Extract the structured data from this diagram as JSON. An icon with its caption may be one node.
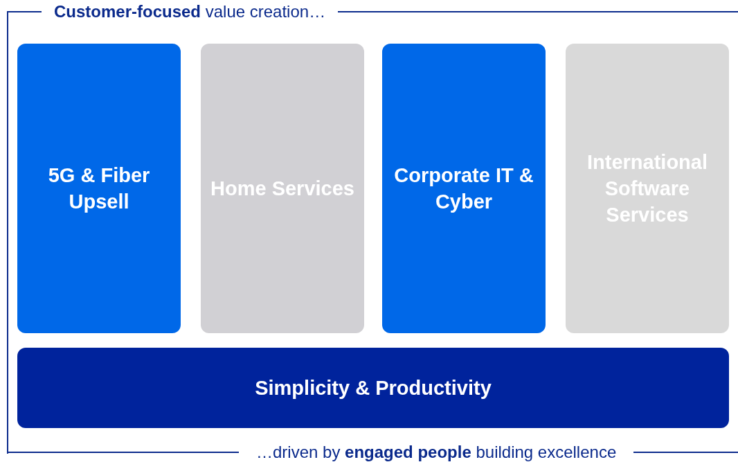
{
  "diagram": {
    "title": "**Customer-focused** value creation…",
    "caption": "…driven by **engaged people** building excellence",
    "nodes": [
      {
        "text": [
          "5G & Fiber Upsell"
        ]
      },
      {
        "text": [
          "Home Services"
        ]
      },
      {
        "text": [
          "Corporate IT & Cyber"
        ]
      },
      {
        "text": [
          "International Software Services"
        ]
      },
      {
        "text": [
          "Simplicity & Productivity"
        ]
      }
    ]
  }
}
